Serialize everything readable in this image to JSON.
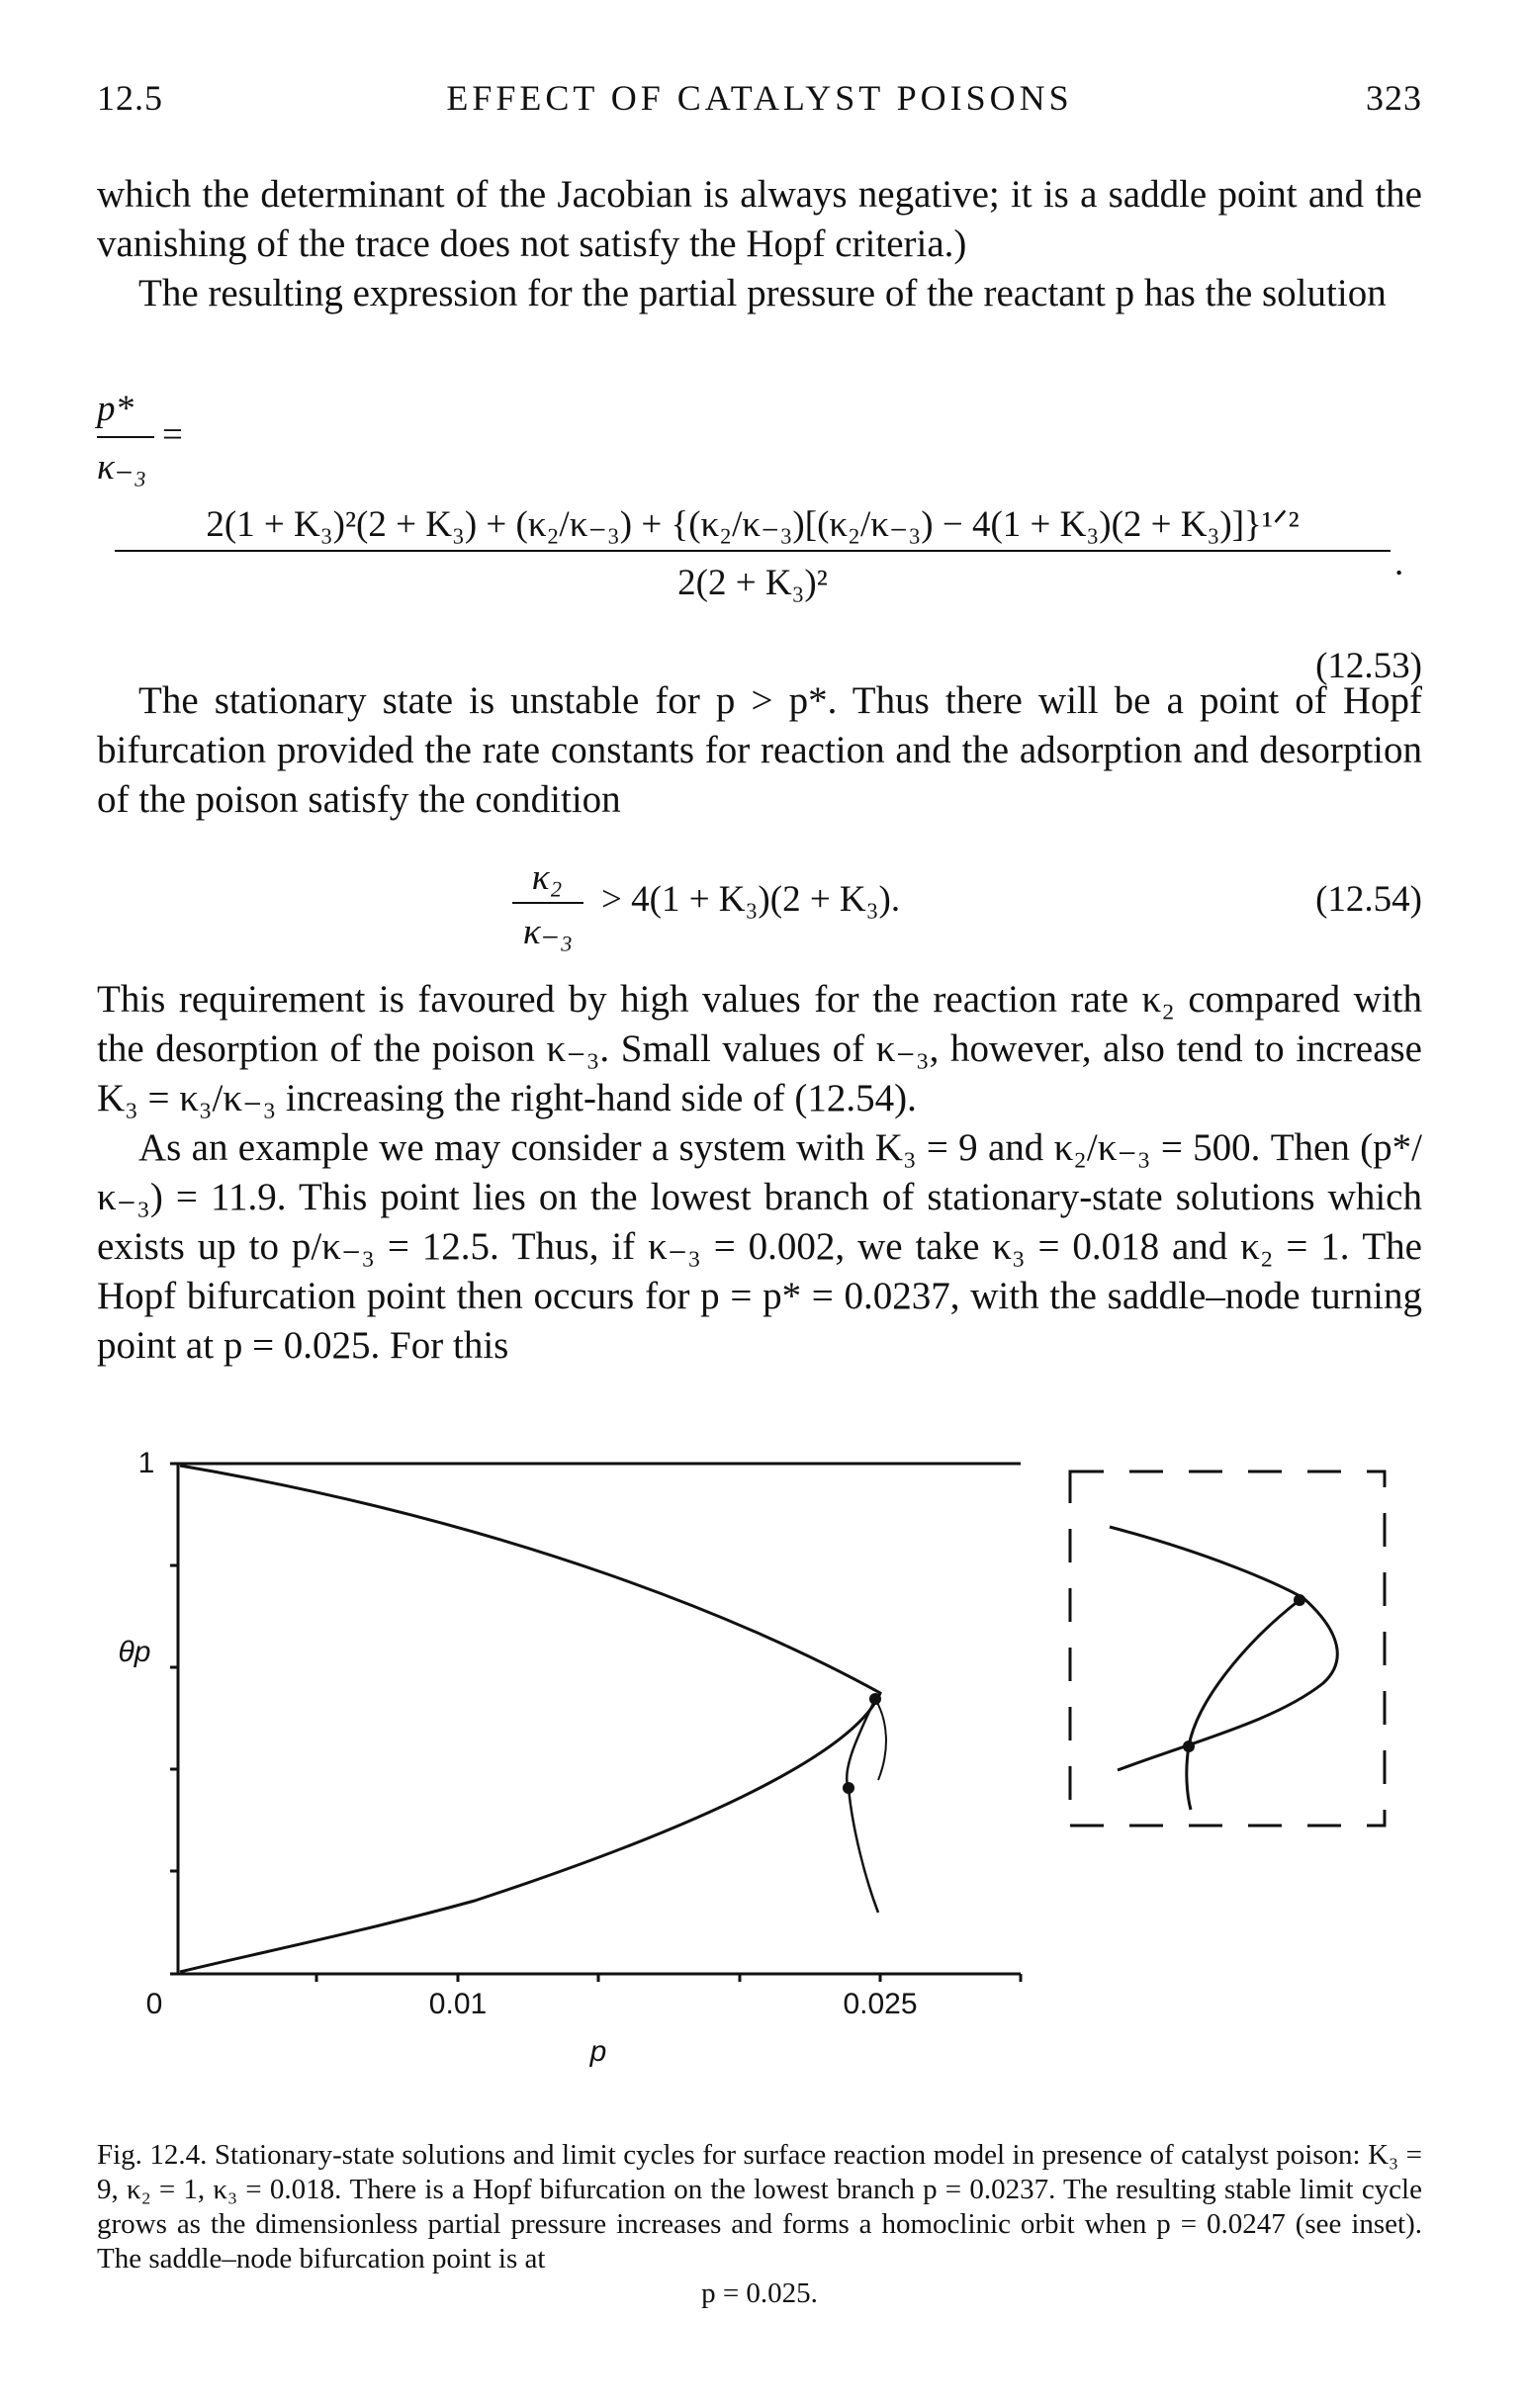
{
  "header": {
    "section": "12.5",
    "running_title": "EFFECT OF CATALYST POISONS",
    "page_number": "323"
  },
  "para1": "which the determinant of the Jacobian is always negative; it is a saddle point and the vanishing of the trace does not satisfy the Hopf criteria.)",
  "para2": "The resulting expression for the partial pressure of the reactant p has the solution",
  "eq_12_53": {
    "lhs_num": "p*",
    "lhs_den": "κ₋₃",
    "equals": "=",
    "numerator": "2(1 + K₃)²(2 + K₃) + (κ₂/κ₋₃) + {(κ₂/κ₋₃)[(κ₂/κ₋₃) − 4(1 + K₃)(2 + K₃)]}¹ᐟ²",
    "denominator": "2(2 + K₃)²",
    "trailing": ".",
    "number": "(12.53)"
  },
  "para3": "The stationary state is unstable for p > p*. Thus there will be a point of Hopf bifurcation provided the rate constants for reaction and the adsorption and desorption of the poison satisfy the condition",
  "eq_12_54": {
    "num": "κ₂",
    "den": "κ₋₃",
    "rhs": "> 4(1 + K₃)(2 + K₃).",
    "number": "(12.54)"
  },
  "para4": "This requirement is favoured by high values for the reaction rate κ₂ compared with the desorption of the poison κ₋₃. Small values of κ₋₃, however, also tend to increase K₃ = κ₃/κ₋₃ increasing the right-hand side of (12.54).",
  "para5": "As an example we may consider a system with K₃ = 9 and κ₂/κ₋₃ = 500. Then (p*/κ₋₃) = 11.9. This point lies on the lowest branch of stationary-state solutions which exists up to p/κ₋₃ = 12.5. Thus, if κ₋₃ = 0.002, we take κ₃ = 0.018 and κ₂ = 1. The Hopf bifurcation point then occurs for p = p* = 0.0237, with the saddle–node turning point at p = 0.025. For this",
  "figure": {
    "y_axis_label": "θp",
    "x_axis_label": "p",
    "y_tick_top": "1",
    "origin_label": "0",
    "x_tick_labels": [
      "0.01",
      "0.025"
    ],
    "colors": {
      "ink": "#111111",
      "paper": "#ffffff"
    }
  },
  "caption_lines": [
    "Fig. 12.4.  Stationary-state solutions and limit cycles for surface reaction model in presence of catalyst poison: K₃ = 9, κ₂ = 1, κ₃ = 0.018. There is a Hopf bifurcation on the lowest branch p = 0.0237. The resulting stable limit cycle grows as the dimensionless partial pressure increases and forms a homoclinic orbit when p = 0.0247 (see inset). The saddle–node bifurcation point is at",
    "p = 0.025."
  ]
}
